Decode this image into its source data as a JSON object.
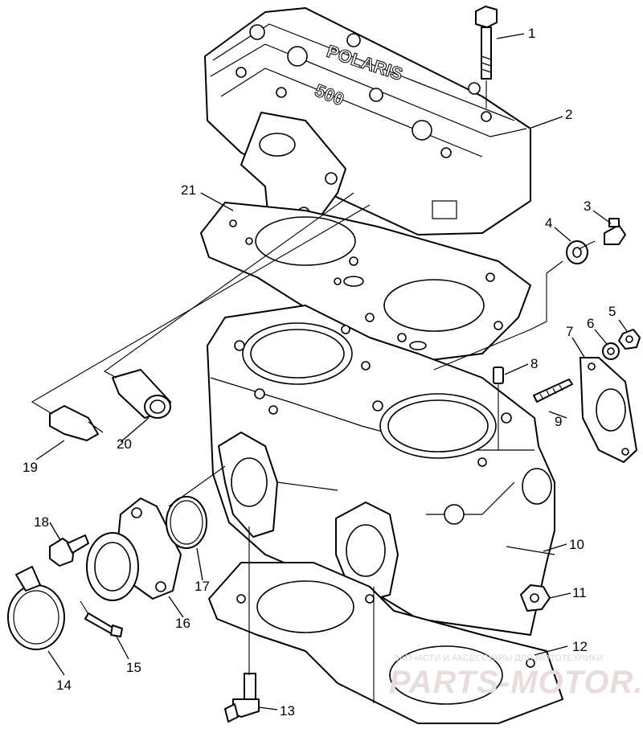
{
  "callouts": [
    {
      "id": "c1",
      "text": "1"
    },
    {
      "id": "c2",
      "text": "2"
    },
    {
      "id": "c3",
      "text": "3"
    },
    {
      "id": "c4",
      "text": "4"
    },
    {
      "id": "c5",
      "text": "5"
    },
    {
      "id": "c6",
      "text": "6"
    },
    {
      "id": "c7",
      "text": "7"
    },
    {
      "id": "c8",
      "text": "8"
    },
    {
      "id": "c9",
      "text": "9"
    },
    {
      "id": "c10",
      "text": "10"
    },
    {
      "id": "c11",
      "text": "11"
    },
    {
      "id": "c12",
      "text": "12"
    },
    {
      "id": "c13",
      "text": "13"
    },
    {
      "id": "c14",
      "text": "14"
    },
    {
      "id": "c15",
      "text": "15"
    },
    {
      "id": "c16",
      "text": "16"
    },
    {
      "id": "c17",
      "text": "17"
    },
    {
      "id": "c18",
      "text": "18"
    },
    {
      "id": "c19",
      "text": "19"
    },
    {
      "id": "c20",
      "text": "20"
    },
    {
      "id": "c21",
      "text": "21"
    }
  ],
  "head_cover_text": "POLARIS",
  "head_cover_number": "500",
  "watermark": {
    "subtitle": "ЗАПЧАСТИ И АКСЕССУАРЫ ДЛЯ МОТОТЕХНИКИ",
    "brand": "PARTS-MOTOR.RU"
  }
}
